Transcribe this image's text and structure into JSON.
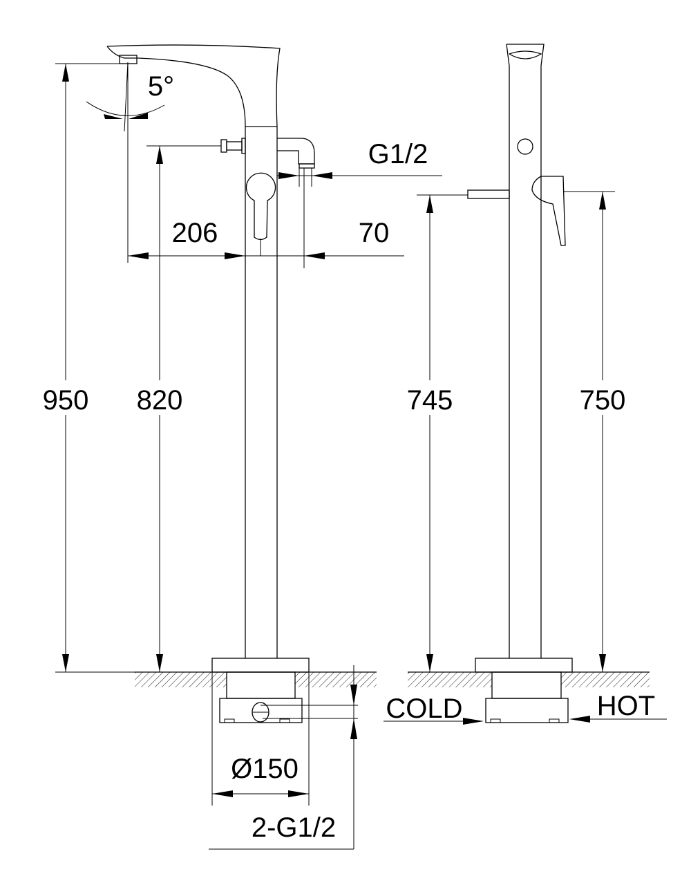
{
  "drawing": {
    "front_view": {
      "angle_label": "5°",
      "connection_label": "G1/2",
      "spout_reach_label": "206",
      "outlet_offset_label": "70",
      "total_height_label": "950",
      "spout_height_label": "820",
      "base_diameter_label": "Ø150",
      "inlet_label": "2-G1/2"
    },
    "side_view": {
      "shower_holder_height_label": "745",
      "handle_height_label": "750",
      "cold_label": "COLD",
      "hot_label": "HOT"
    }
  }
}
